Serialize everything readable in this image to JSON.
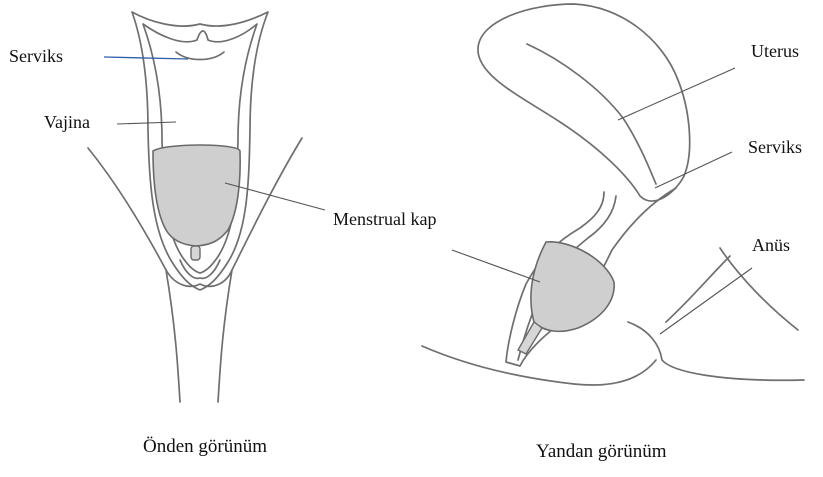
{
  "front_view": {
    "caption": "Önden görünüm",
    "labels": {
      "cervix": "Serviks",
      "vagina": "Vajina",
      "menstrual_cup": "Menstrual kap"
    }
  },
  "side_view": {
    "caption": "Yandan görünüm",
    "labels": {
      "uterus": "Uterus",
      "cervix": "Serviks",
      "anus": "Anüs"
    }
  },
  "colors": {
    "outline": "#6f6f6f",
    "cup_fill": "#cfcfcf",
    "cervix_leader": "#2f5fa8"
  }
}
